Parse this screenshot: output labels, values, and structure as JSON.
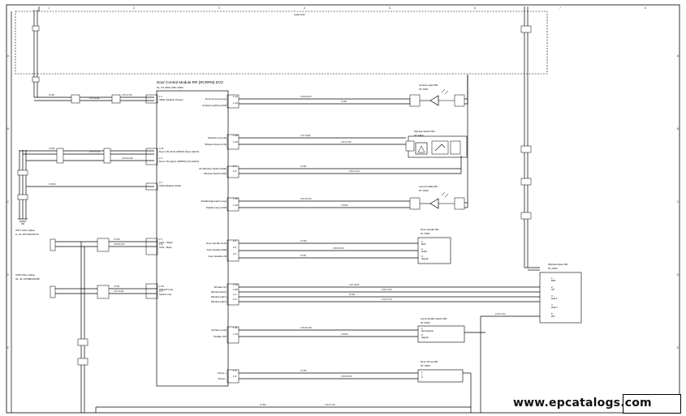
{
  "diagram": {
    "cabin_label": "Cabin INC",
    "door_module": {
      "title": "Door Control Module RR (RCRPM) DV3",
      "subtitle": "SL, ST    X003    X051    X053",
      "left_pins": [
        {
          "id": "1.1",
          "label": "VBAT (Module Power)"
        },
        {
          "id": "2.11",
          "label": "Door LIN (LIN1 CRPM) (Door FAILS)"
        },
        {
          "id": "2.1",
          "label": "Door LIN Upper (CRPM) (LIN FAILS)"
        },
        {
          "id": "2.7",
          "label": "GND (Module GND)"
        },
        {
          "id": "2.7",
          "label": "CAN + Body"
        },
        {
          "id": "2.6",
          "label": "CAN - Body"
        },
        {
          "id": "2.16",
          "label": "Wake/D Link"
        },
        {
          "id": "2.4",
          "label": "Switch Link"
        }
      ],
      "right_pins": [
        {
          "id": "1.12",
          "label": "Door Armrest Lamp"
        },
        {
          "id": "1.14",
          "label": "Ambient Lighting GND"
        },
        {
          "id": "1.18",
          "label": "Window Up (LIN)"
        },
        {
          "id": "1.19",
          "label": "Window Down (LIN)"
        },
        {
          "id": "1.7",
          "label": "ID (Window Switch GND)"
        },
        {
          "id": "1.8",
          "label": "Window Switch GND"
        },
        {
          "id": "1.15",
          "label": "Puddle/Approach Lamp"
        },
        {
          "id": "1.16",
          "label": "Puddle Lamp GND"
        },
        {
          "id": "2.1",
          "label": "Door Handle 1/LIN"
        },
        {
          "id": "2.3",
          "label": "Door Handle GND"
        },
        {
          "id": "2.4",
          "label": "Door Handle LIN"
        },
        {
          "id": "2.19",
          "label": "Window Up"
        },
        {
          "id": "2.20",
          "label": "Window Down"
        },
        {
          "id": "1.4",
          "label": "Window Hall 1"
        },
        {
          "id": "1.5",
          "label": "Window Hall 2"
        },
        {
          "id": "1.11",
          "label": "Surface Lamp"
        },
        {
          "id": "1.13",
          "label": "Shuffler SW"
        },
        {
          "id": "1.3",
          "label": "Chime +"
        },
        {
          "id": "1.9",
          "label": "Chime -"
        }
      ]
    },
    "components": {
      "ambient_light": {
        "title": "Armrest Light RR",
        "sub": "ST    X461"
      },
      "window_switch": {
        "title": "Window Switch RR",
        "sub": "ST    X462"
      },
      "lamp_puddle": {
        "title": "Lamp Puddle RR",
        "sub": "ST    X460"
      },
      "door_handle": {
        "title": "Door Handle RR",
        "sub": "SL    X453",
        "pins": [
          {
            "id": "1",
            "label": "BAT"
          },
          {
            "id": "2",
            "label": "GND"
          },
          {
            "id": "3",
            "label": "Signal"
          }
        ]
      },
      "window_motor": {
        "title": "Window Motor RR",
        "sub": "SL    X450",
        "pins": [
          {
            "id": "1",
            "label": "BAT"
          },
          {
            "id": "2",
            "label": "UP"
          },
          {
            "id": "3",
            "label": "Hall 1"
          },
          {
            "id": "4",
            "label": "Hall 2"
          },
          {
            "id": "5",
            "label": "DN"
          }
        ]
      },
      "lamp_shuffle": {
        "title": "Lamp Shuffle Switch RR",
        "sub": "SL    X459",
        "pins": [
          {
            "id": "1",
            "label": "Illumination"
          },
          {
            "id": "2",
            "label": "Signal"
          }
        ]
      },
      "door_chime": {
        "title": "Door Chime RR",
        "sub": "ST    X459",
        "pins": [
          {
            "id": "1",
            "label": "+"
          },
          {
            "id": "2",
            "label": "-"
          }
        ]
      },
      "splice_1": {
        "title": "X977 Inline Splice",
        "sub": "H, SL    X977MAX977F"
      },
      "splice_2": {
        "title": "X978 Inline Splice",
        "sub": "SL, SL    X978MAX978F"
      }
    },
    "wire_labels": [
      "0.35 BU-WH",
      "0.5 BK",
      "0.35 YE-BK",
      "0.35 GY-BU",
      "0.5 BN",
      "0.35 VT-GN",
      "0.35 GN-WH",
      "0.35 BU",
      "0.5 RD"
    ],
    "grid_letters": [
      "A",
      "B",
      "C",
      "D",
      "E",
      "F"
    ],
    "grid_numbers": [
      "1",
      "2",
      "3",
      "4",
      "5",
      "6",
      "7",
      "8"
    ]
  },
  "footer": {
    "watermark": "www.epcatalogs.com"
  }
}
